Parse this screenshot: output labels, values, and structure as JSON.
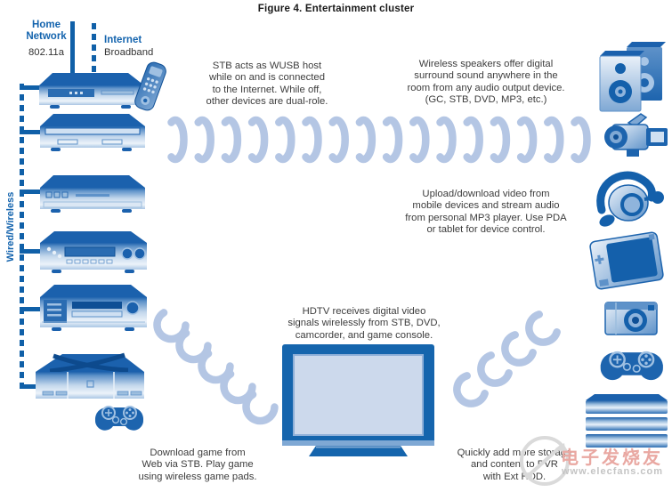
{
  "title": "Figure 4. Entertainment cluster",
  "network": {
    "home": {
      "label": "Home\nNetwork",
      "standard": "802.11a"
    },
    "internet": {
      "label": "Internet",
      "type": "Broadband"
    },
    "bus_label": "Wired/Wireless"
  },
  "annotations": {
    "stb": "STB acts as WUSB host\nwhile on and is connected\nto the Internet. While off,\nother devices are dual-role.",
    "speakers": "Wireless speakers offer digital\nsurround sound anywhere in the\nroom from any audio output device.\n(GC, STB, DVD, MP3, etc.)",
    "mobile": "Upload/download video from\nmobile devices and stream audio\nfrom personal MP3 player. Use PDA\nor tablet for device control.",
    "hdtv": "HDTV receives digital video\nsignals wirelessly from STB, DVD,\ncamcorder, and game console.",
    "games": "Download game from\nWeb via STB. Play game\nusing wireless game pads.",
    "storage": "Quickly add more storage\nand content to PVR\nwith Ext HDD."
  },
  "devices": [
    "set-top-box",
    "remote-control",
    "dvd-player",
    "cd-player",
    "av-receiver",
    "pvr-vcr",
    "game-console",
    "game-controller",
    "hdtv"
  ],
  "peripherals": [
    "wireless-speakers",
    "camcorder",
    "headset",
    "pda-tablet",
    "digital-camera",
    "game-pad",
    "external-hdd-stack"
  ],
  "colors": {
    "accent_blue": "#1464ae",
    "device_blue": "#1b61ad",
    "wave_blue": "#b4c6e4",
    "screen_blue": "#ccd9ec",
    "watermark_pink": "#e9a8a2"
  },
  "watermark": {
    "brand": "电子发烧友",
    "url": "www.elecfans.com"
  }
}
